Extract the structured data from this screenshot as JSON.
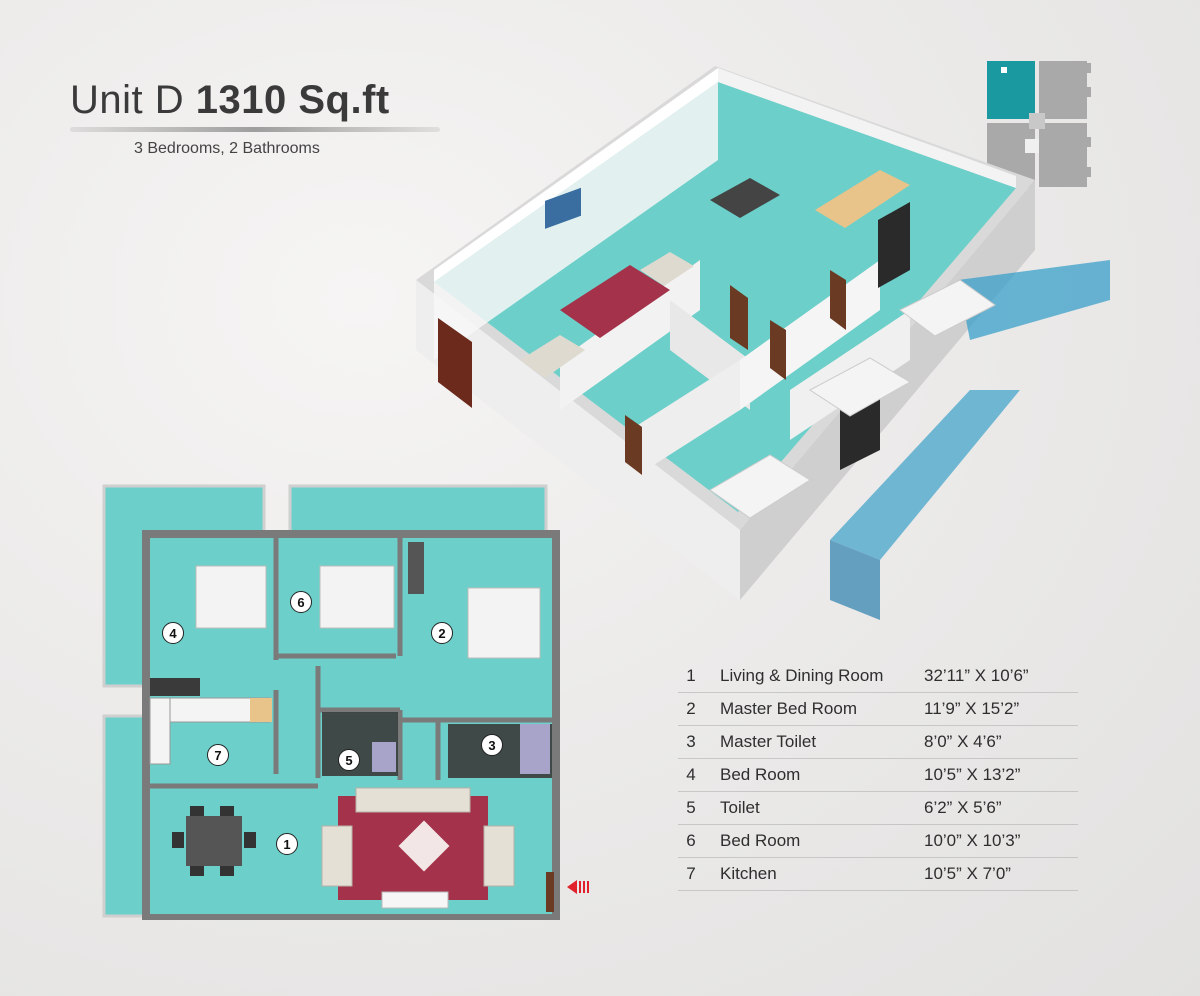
{
  "header": {
    "unit": "Unit D",
    "area": "1310 Sq.ft",
    "subtitle": "3 Bedrooms, 2 Bathrooms"
  },
  "rooms": [
    {
      "num": "1",
      "name": "Living & Dining Room",
      "size": "32’11” X 10’6”"
    },
    {
      "num": "2",
      "name": "Master Bed Room",
      "size": "11’9” X 15’2”"
    },
    {
      "num": "3",
      "name": "Master Toilet",
      "size": "8’0” X 4’6”"
    },
    {
      "num": "4",
      "name": "Bed Room",
      "size": "10’5” X 13’2”"
    },
    {
      "num": "5",
      "name": "Toilet",
      "size": "6’2” X 5’6”"
    },
    {
      "num": "6",
      "name": "Bed Room",
      "size": "10’0” X 10’3”"
    },
    {
      "num": "7",
      "name": "Kitchen",
      "size": "10’5” X 7’0”"
    }
  ],
  "colors": {
    "floor": "#6ccfc9",
    "wall": "#7a7a7a",
    "keyplan_active": "#1a9aa0",
    "keyplan_inactive": "#a9a9a9",
    "entrance_arrow": "#e0202a"
  },
  "icons": {
    "entrance": "entrance-arrow-icon"
  }
}
